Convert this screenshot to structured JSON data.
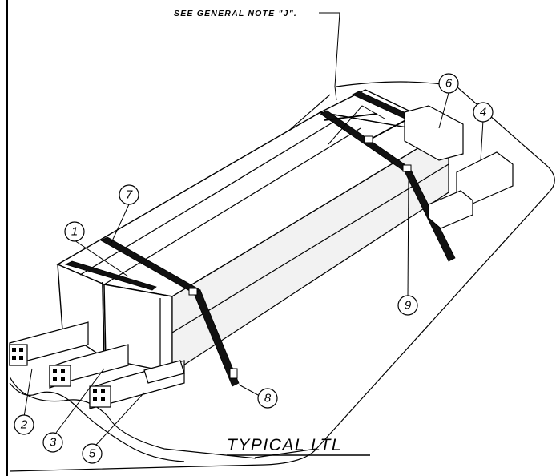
{
  "note_text": "SEE GENERAL NOTE \"J\".",
  "title": "TYPICAL LTL",
  "callouts": [
    {
      "num": "1",
      "name": "callout-1-crate"
    },
    {
      "num": "2",
      "name": "callout-2-skid-beam"
    },
    {
      "num": "3",
      "name": "callout-3-skid-beam"
    },
    {
      "num": "4",
      "name": "callout-4-block"
    },
    {
      "num": "5",
      "name": "callout-5-block"
    },
    {
      "num": "6",
      "name": "callout-6-block"
    },
    {
      "num": "7",
      "name": "callout-7-strap"
    },
    {
      "num": "8",
      "name": "callout-8-strap"
    },
    {
      "num": "9",
      "name": "callout-9-strap-seal"
    }
  ]
}
